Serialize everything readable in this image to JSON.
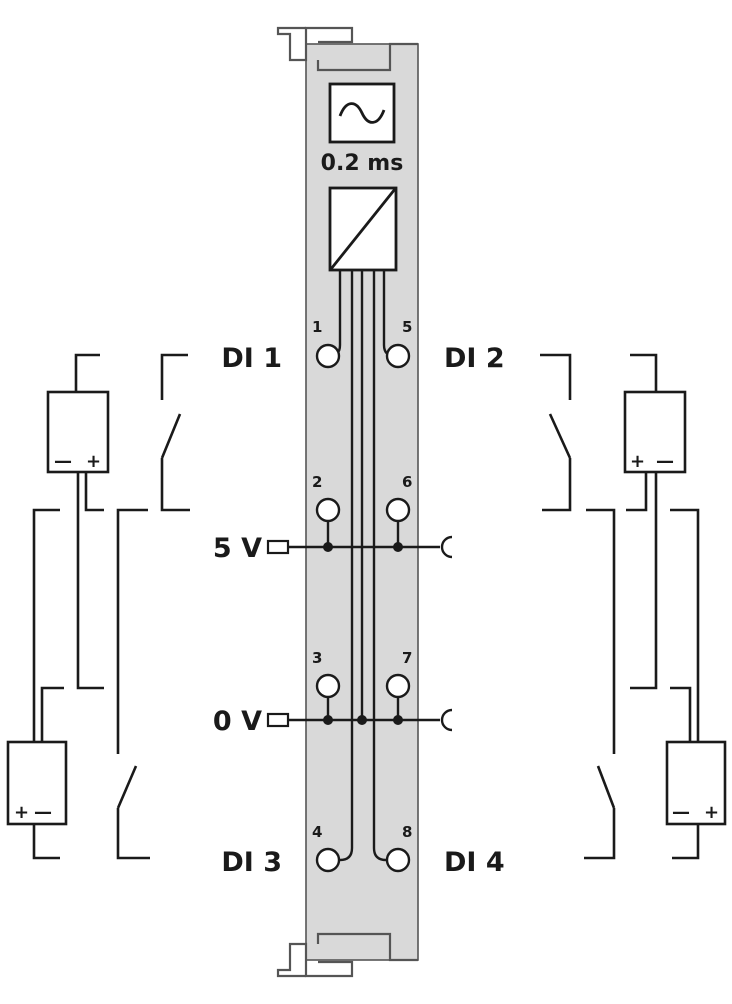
{
  "module": {
    "filter_time": "0.2 ms",
    "filter_symbol": "filter-tilde-icon",
    "converter_symbol": "dc-dc-converter-icon"
  },
  "channels": {
    "di1": "DI 1",
    "di2": "DI 2",
    "di3": "DI 3",
    "di4": "DI 4"
  },
  "supply": {
    "v5": "5 V",
    "v0": "0 V"
  },
  "terminals": [
    "1",
    "2",
    "3",
    "4",
    "5",
    "6",
    "7",
    "8"
  ],
  "sensor_polarity": {
    "plus": "+",
    "minus": "—"
  },
  "colors": {
    "module_body": "#d9d9d9",
    "line": "#1a1a1a",
    "background": "#ffffff"
  }
}
